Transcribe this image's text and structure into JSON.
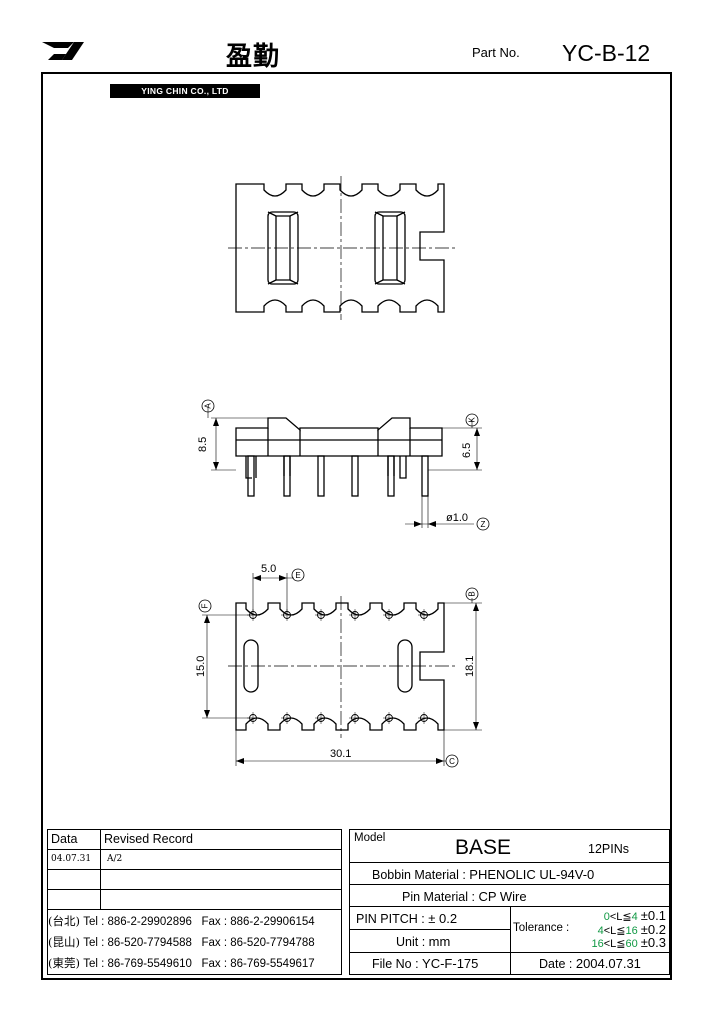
{
  "header": {
    "company_en": "YING CHIN CO., LTD",
    "company_cn": "盈勤",
    "part_no_label": "Part No.",
    "part_no_value": "YC-B-12"
  },
  "dimensions": {
    "dim_a_height": "8.5",
    "dim_k_height": "6.5",
    "pin_diameter": "ø1.0",
    "pin_pitch": "5.0",
    "row_spacing": "15.0",
    "body_width": "18.1",
    "body_length": "30.1"
  },
  "datums": {
    "a": "A",
    "k": "K",
    "z": "Z",
    "e": "E",
    "f": "F",
    "b": "B",
    "c": "C"
  },
  "revision_table": {
    "header_date": "Data",
    "header_record": "Revised Record",
    "rows": [
      {
        "date": "04.07.31",
        "record": "A/2"
      },
      {
        "date": "",
        "record": ""
      },
      {
        "date": "",
        "record": ""
      }
    ]
  },
  "offices": [
    {
      "city": "(台北)",
      "tel": "Tel : 886-2-29902896",
      "fax": "Fax : 886-2-29906154"
    },
    {
      "city": "(昆山)",
      "tel": "Tel : 86-520-7794588",
      "fax": "Fax : 86-520-7794788"
    },
    {
      "city": "(東莞)",
      "tel": "Tel : 86-769-5549610",
      "fax": "Fax : 86-769-5549617"
    }
  ],
  "spec": {
    "model_label": "Model",
    "model_value": "BASE",
    "pins": "12PINs",
    "bobbin_label": "Bobbin  Material :",
    "bobbin_value": "PHENOLIC UL-94V-0",
    "pin_label": "Pin  Material :",
    "pin_value": "CP  Wire",
    "pitch_label": "PIN  PITCH :",
    "pitch_value": "± 0.2",
    "unit_label": "Unit :",
    "unit_value": "mm",
    "file_label": "File  No :",
    "file_value": "YC-F-175",
    "tolerance_label": "Tolerance :",
    "tolerances": [
      {
        "low": "0",
        "high": "4",
        "value": "±0.1"
      },
      {
        "low": "4",
        "high": "16",
        "value": "±0.2"
      },
      {
        "low": "16",
        "high": "60",
        "value": "±0.3"
      }
    ],
    "date_label": "Date :",
    "date_value": "2004.07.31"
  }
}
